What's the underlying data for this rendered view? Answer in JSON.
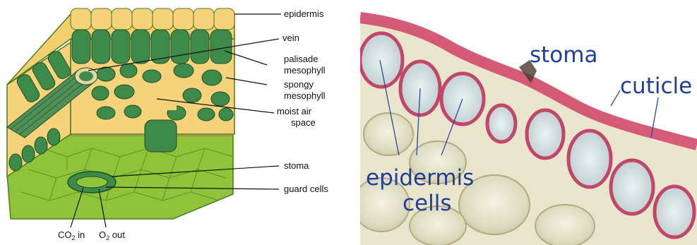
{
  "left_diagram": {
    "labels": {
      "epidermis": "epidermis",
      "vein": "vein",
      "palisade_1": "palisade",
      "palisade_2": "mesophyll",
      "spongy_1": "spongy",
      "spongy_2": "mesophyll",
      "moist_1": "moist air",
      "moist_2": "space",
      "stoma": "stoma",
      "guard_cells": "guard cells",
      "co2_a": "CO",
      "co2_sub": "2",
      "co2_b": " in",
      "o2_a": "O",
      "o2_sub": "2",
      "o2_b": " out"
    }
  },
  "micrograph": {
    "labels": {
      "stoma": "stoma",
      "cuticle": "cuticle",
      "epidermis_1": "epidermis",
      "epidermis_2": "cells"
    }
  }
}
